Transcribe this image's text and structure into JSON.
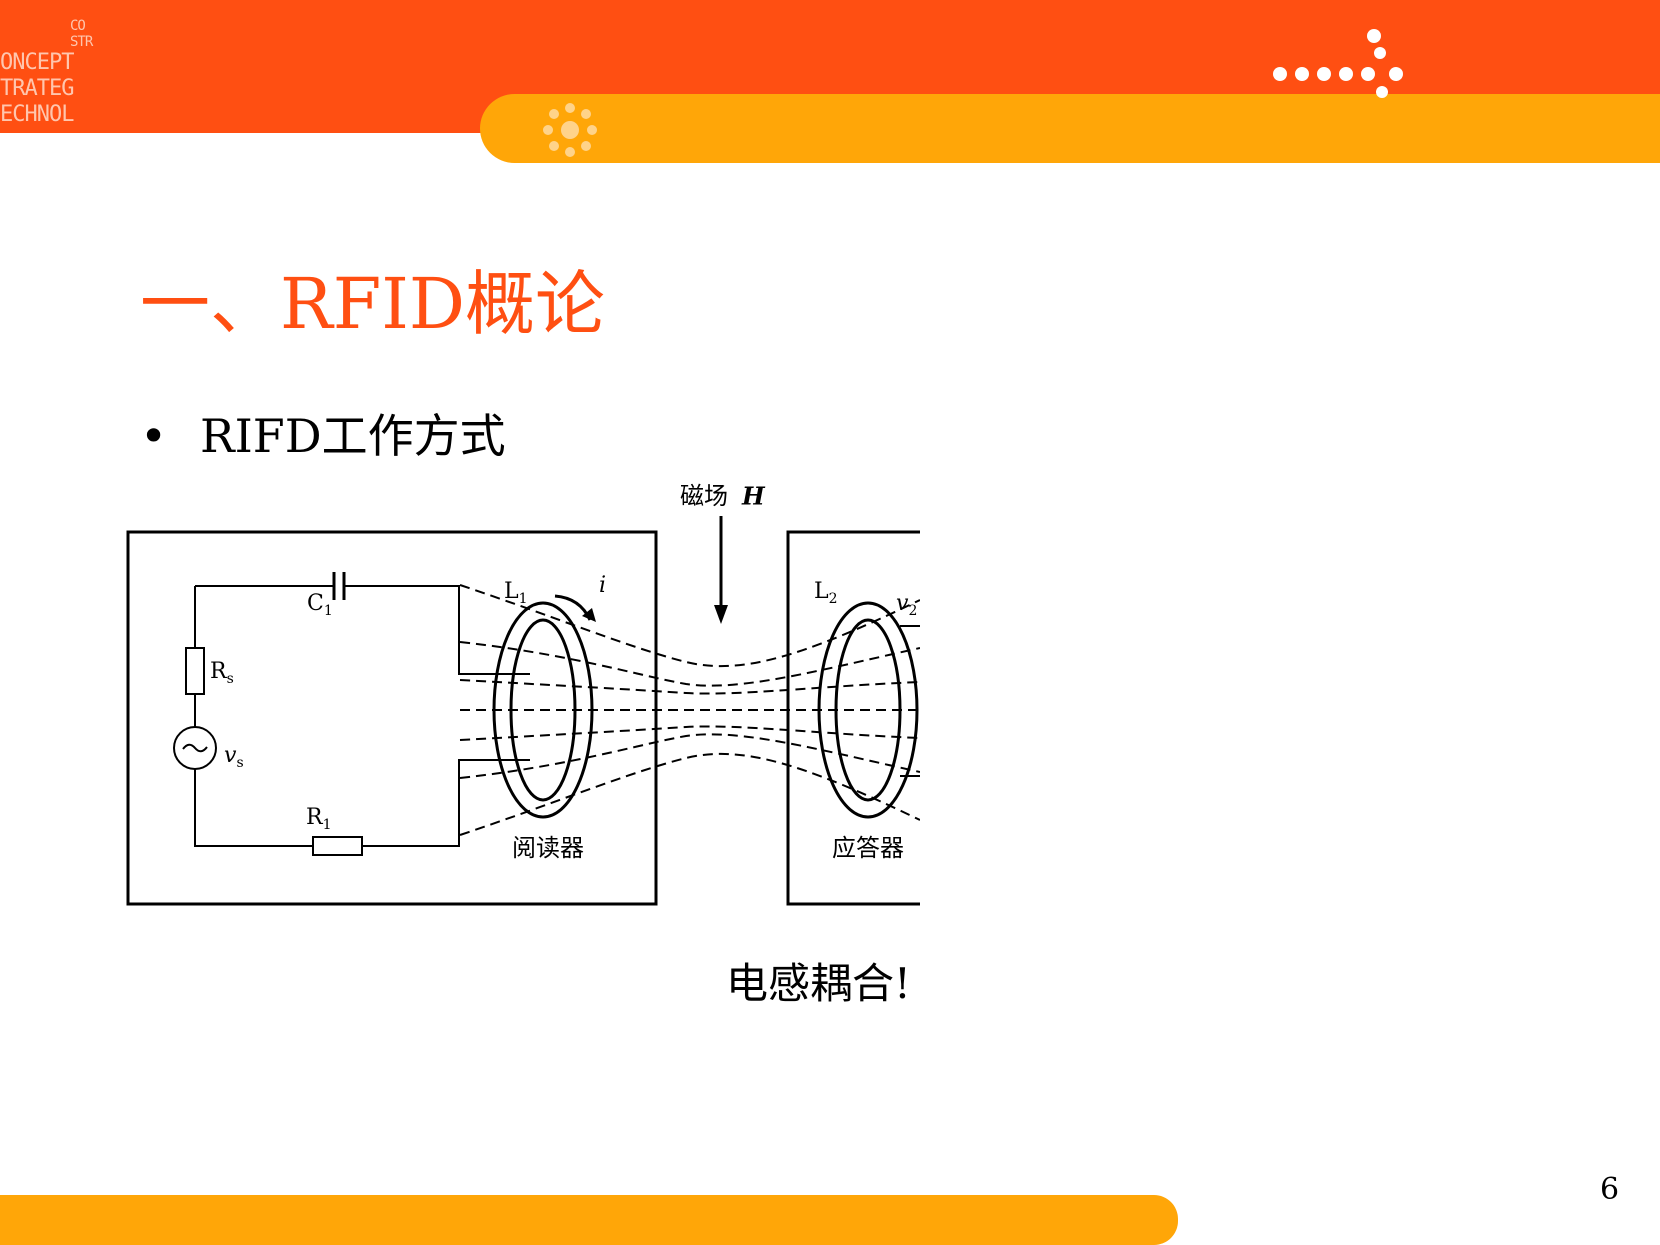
{
  "header": {
    "logo_lines": [
      "CO",
      "STR",
      "ONCEPT",
      "TRATEG",
      "ECHNOL"
    ]
  },
  "slide": {
    "title": "一、RFID概论",
    "bullet": "RIFD工作方式",
    "caption": "电感耦合!",
    "page_number": "6"
  },
  "diagram": {
    "field_label": "磁场",
    "field_symbol": "H",
    "c1": "C",
    "c1_sub": "1",
    "rs": "R",
    "rs_sub": "s",
    "vs": "v",
    "vs_sub": "s",
    "r1": "R",
    "r1_sub": "1",
    "l1": "L",
    "l1_sub": "1",
    "current": "i",
    "l2": "L",
    "l2_sub": "2",
    "v2": "v",
    "v2_sub": "2",
    "reader_label": "阅读器",
    "transponder_label": "应答器"
  },
  "colors": {
    "header_red": "#ff4f12",
    "header_orange": "#ffa608",
    "title": "#ff4f12"
  }
}
